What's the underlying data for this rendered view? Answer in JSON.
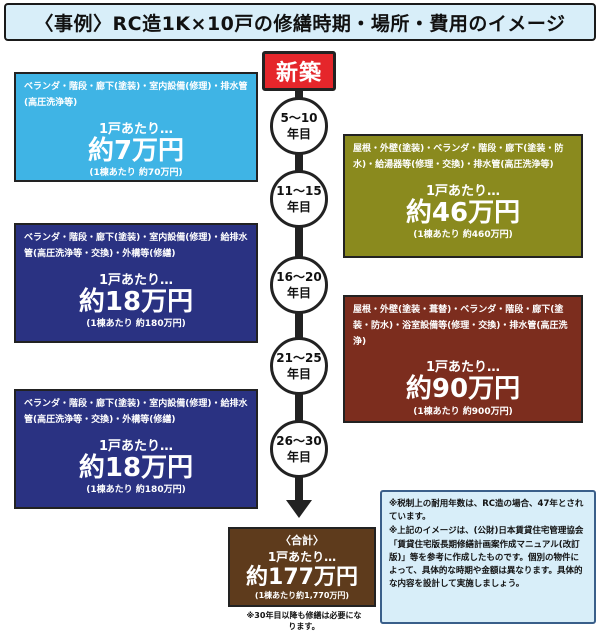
{
  "title": "〈事例〉RC造1K×10戸の修繕時期・場所・費用のイメージ",
  "start_label": "新築",
  "years": [
    {
      "line1": "5〜10",
      "line2": "年目"
    },
    {
      "line1": "11〜15",
      "line2": "年目"
    },
    {
      "line1": "16〜20",
      "line2": "年目"
    },
    {
      "line1": "21〜25",
      "line2": "年目"
    },
    {
      "line1": "26〜30",
      "line2": "年目"
    }
  ],
  "boxes": [
    {
      "items": "ベランダ・階段・廊下(塗装)・室内設備(修理)・排水管(高圧洗浄等)",
      "per_unit": "1戸あたり…",
      "amount": "約7万円",
      "total": "(1棟あたり 約70万円)"
    },
    {
      "items": "屋根・外壁(塗装)・ベランダ・階段・廊下(塗装・防水)・給湯器等(修理・交換)・排水管(高圧洗浄等)",
      "per_unit": "1戸あたり…",
      "amount": "約46万円",
      "total": "(1棟あたり 約460万円)"
    },
    {
      "items": "ベランダ・階段・廊下(塗装)・室内設備(修理)・給排水管(高圧洗浄等・交換)・外構等(修繕)",
      "per_unit": "1戸あたり…",
      "amount": "約18万円",
      "total": "(1棟あたり 約180万円)"
    },
    {
      "items": "屋根・外壁(塗装・葺替)・ベランダ・階段・廊下(塗装・防水)・浴室設備等(修理・交換)・排水管(高圧洗浄)",
      "per_unit": "1戸あたり…",
      "amount": "約90万円",
      "total": "(1棟あたり 約900万円)"
    },
    {
      "items": "ベランダ・階段・廊下(塗装)・室内設備(修理)・給排水管(高圧洗浄等・交換)・外構等(修繕)",
      "per_unit": "1戸あたり…",
      "amount": "約18万円",
      "total": "(1棟あたり 約180万円)"
    }
  ],
  "total": {
    "heading": "〈合計〉",
    "per_unit": "1戸あたり…",
    "amount": "約177万円",
    "building": "(1棟あたり約1,770万円)"
  },
  "footnote": "※30年目以降も修繕は必要になります。",
  "note": [
    "※税制上の耐用年数は、RC造の場合、47年とされています。",
    "※上記のイメージは、(公財)日本賃貸住宅管理協会「賃貸住宅版長期修繕計画案作成マニュアル(改訂版)」等を参考に作成したものです。個別の物件によって、具体的な時期や金額は異なります。具体的な内容を設計して実施しましょう。"
  ],
  "colors": {
    "box1": "#3fb4e5",
    "box2": "#8a8a1e",
    "box3": "#2a3282",
    "box4": "#7c2d1e",
    "box5": "#2a3282",
    "total": "#5e3b1c",
    "start": "#e5262b",
    "title_bg": "#d8eef9"
  }
}
